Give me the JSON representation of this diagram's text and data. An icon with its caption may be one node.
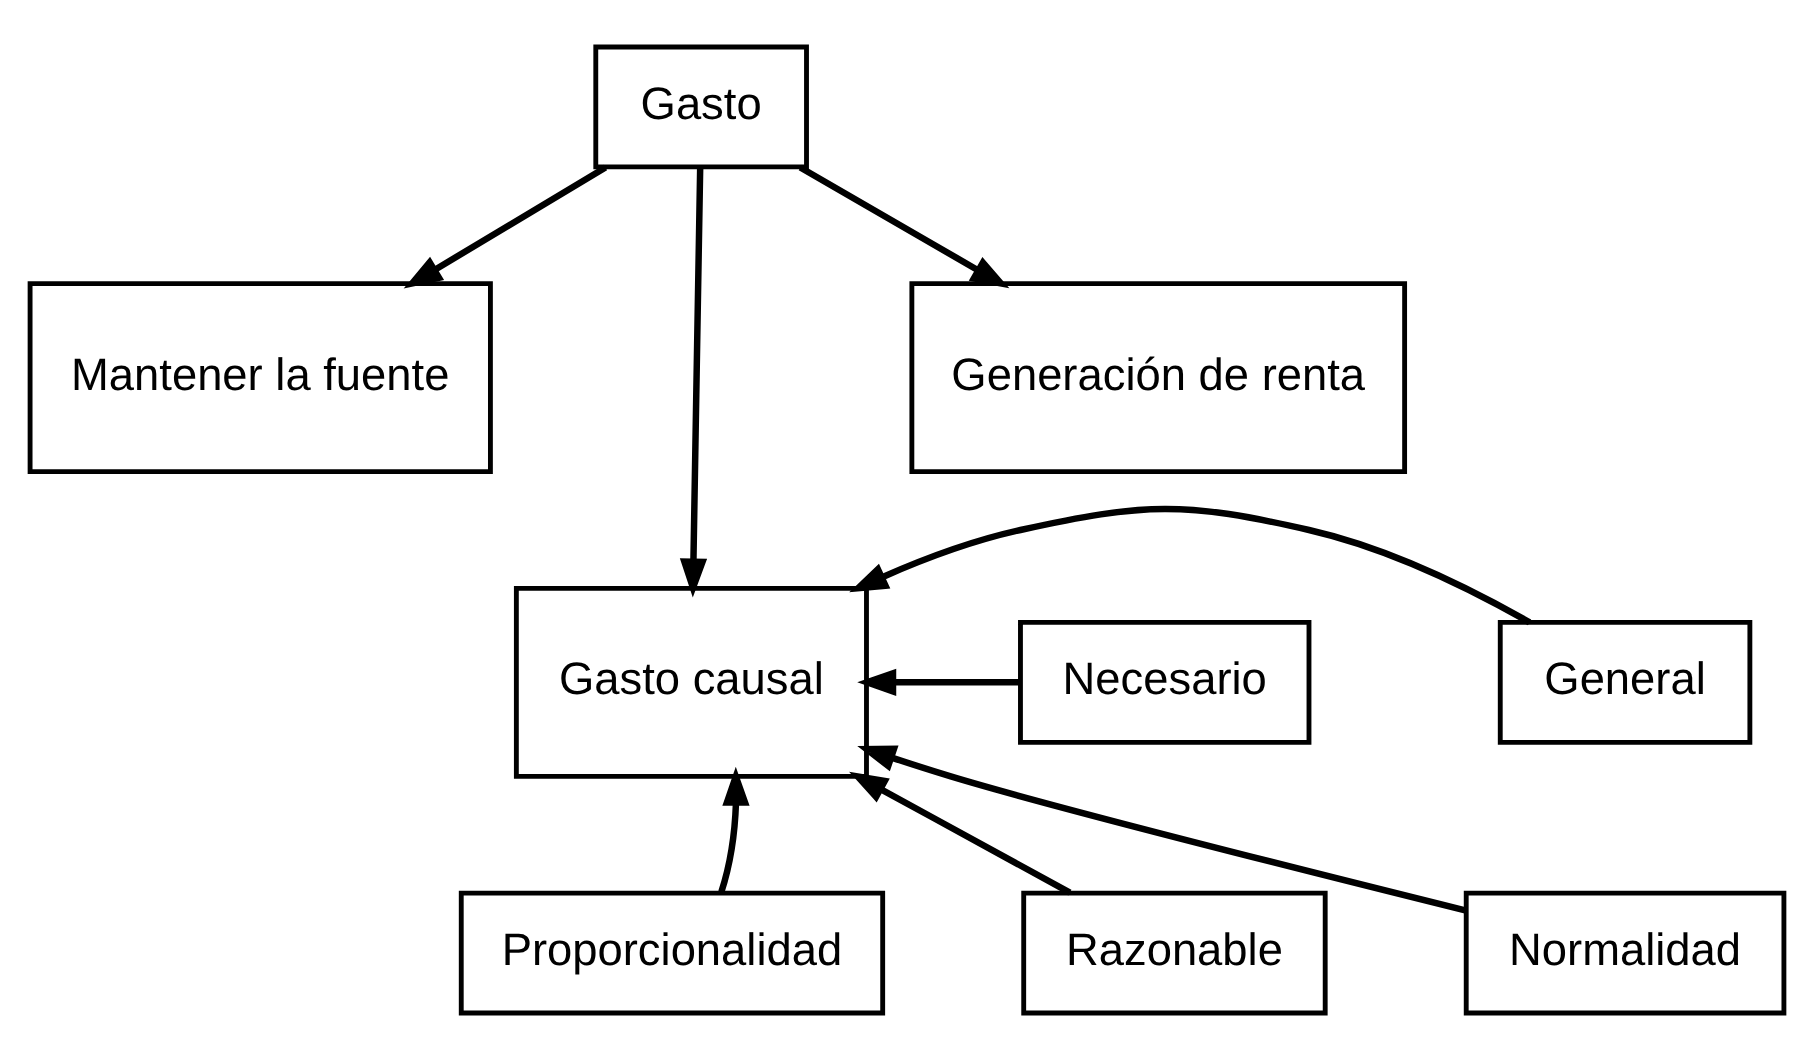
{
  "diagram": {
    "nodes": [
      {
        "text": [
          "Gasto"
        ]
      },
      {
        "text": [
          "Generación de renta"
        ]
      },
      {
        "text": [
          "Mantener la fuente"
        ]
      },
      {
        "text": [
          "Gasto causal"
        ]
      },
      {
        "text": [
          "Necesario"
        ]
      },
      {
        "text": [
          "General"
        ]
      },
      {
        "text": [
          "Razonable"
        ]
      },
      {
        "text": [
          "Normalidad"
        ]
      },
      {
        "text": [
          "Proporcionalidad"
        ]
      }
    ],
    "edges": [
      {
        "from": 0,
        "to": 1,
        "arrow": "to"
      },
      {
        "from": 0,
        "to": 3,
        "arrow": "to"
      },
      {
        "from": 0,
        "to": 2,
        "arrow": "to"
      },
      {
        "from": 4,
        "to": 3,
        "arrow": "to"
      },
      {
        "from": 5,
        "to": 3,
        "arrow": "to"
      },
      {
        "from": 6,
        "to": 3,
        "arrow": "to"
      },
      {
        "from": 7,
        "to": 3,
        "arrow": "to"
      },
      {
        "from": 8,
        "to": 3,
        "arrow": "to"
      }
    ]
  }
}
